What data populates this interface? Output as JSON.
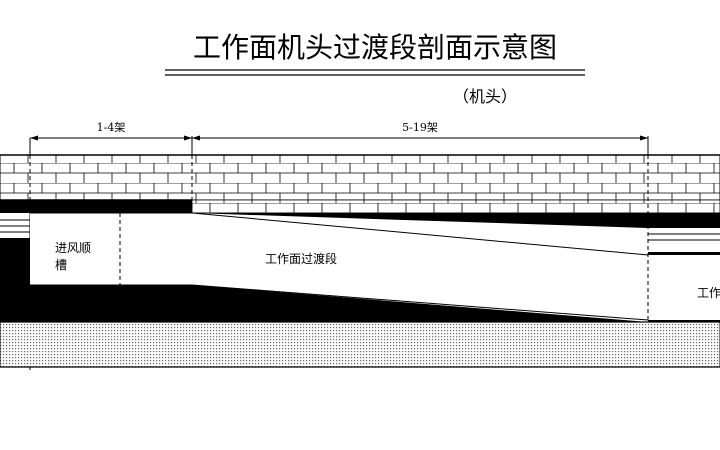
{
  "title": "工作面机头过渡段剖面示意图",
  "subtitle": "（机头）",
  "dims": {
    "left_label": "1-4架",
    "right_label": "5-19架"
  },
  "labels": {
    "inlet": [
      "进风顺",
      "槽"
    ],
    "transition": "工作面过渡段",
    "face_cut": "工作"
  },
  "colors": {
    "line": "#000000",
    "background": "#ffffff"
  }
}
